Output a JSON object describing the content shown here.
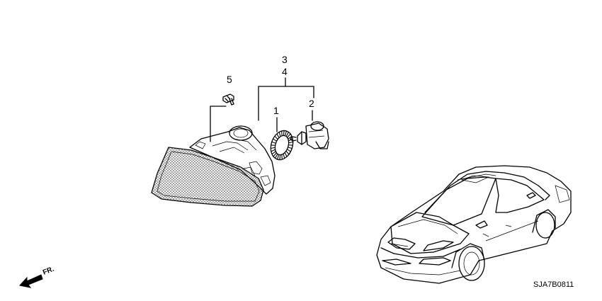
{
  "callouts": {
    "n1": "1",
    "n2": "2",
    "n3": "3",
    "n4": "4",
    "n5": "5"
  },
  "direction_label": "FR.",
  "diagram_code": "SJA7B0811"
}
